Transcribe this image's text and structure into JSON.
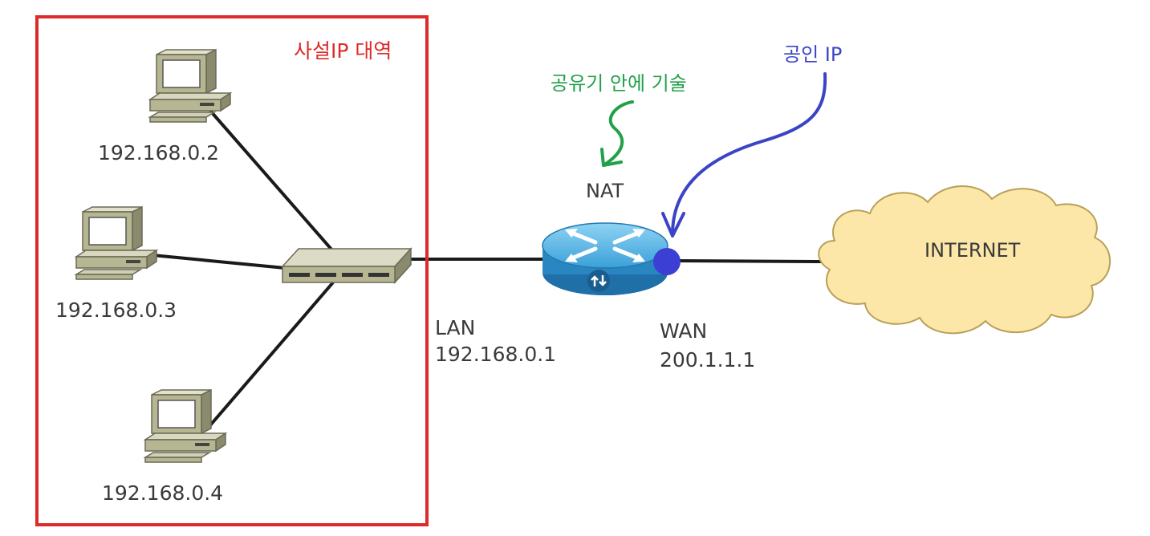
{
  "private_range_label": "사설IP 대역",
  "nat_tech_label": "공유기 안에 기술",
  "public_ip_label": "공인 IP",
  "nat_label": "NAT",
  "hosts": [
    {
      "ip": "192.168.0.2"
    },
    {
      "ip": "192.168.0.3"
    },
    {
      "ip": "192.168.0.4"
    }
  ],
  "lan": {
    "label": "LAN",
    "ip": "192.168.0.1"
  },
  "wan": {
    "label": "WAN",
    "ip": "200.1.1.1"
  },
  "internet_label": "INTERNET",
  "colors": {
    "private_box": "#dd2a2a",
    "nat_tech": "#22a04a",
    "public_ip": "#3b44c4",
    "cloud_fill": "#fce7a8",
    "cloud_stroke": "#b8a058",
    "router": "#2b8fc8",
    "device": "#b6b692",
    "link": "#1a1a1a"
  }
}
